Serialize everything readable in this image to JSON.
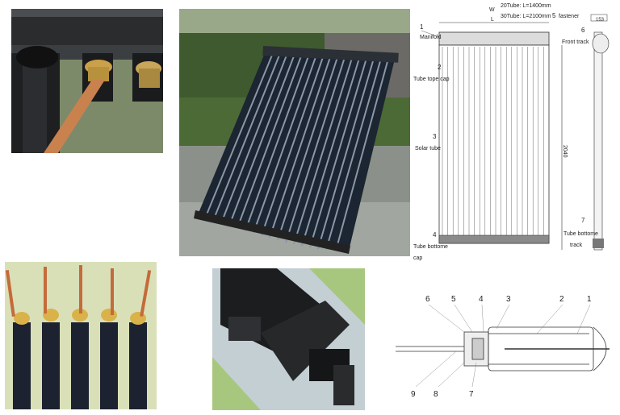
{
  "diagram": {
    "top_label_a": "20Tube: L=1400mm",
    "top_label_b": "30Tube: L=2100mm",
    "dim_L": "L",
    "dim_height": "2040",
    "dim_depth": "153",
    "dim_w": "W",
    "callouts": [
      {
        "num": "1",
        "label": "Manifold"
      },
      {
        "num": "2",
        "label": "Tube tope cap"
      },
      {
        "num": "3",
        "label": "Solar tube"
      },
      {
        "num": "4",
        "label": "Tube bottome"
      },
      {
        "num": "5",
        "label": "fastener"
      },
      {
        "num": "6",
        "label": "Front track"
      },
      {
        "num": "7",
        "label": "Tube bottome"
      }
    ],
    "callout4_line2": "cap",
    "callout7_line2": "track"
  },
  "section": {
    "numbers": [
      "1",
      "2",
      "3",
      "4",
      "5",
      "6",
      "7",
      "8",
      "9"
    ]
  }
}
